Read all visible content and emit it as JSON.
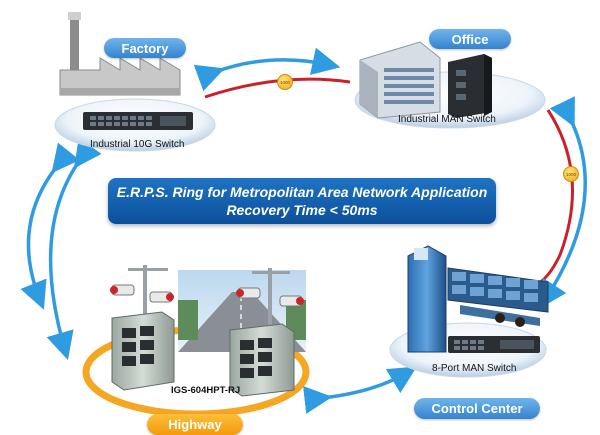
{
  "title": {
    "line1": "E.R.P.S. Ring for Metropolitan Area Network Application",
    "line2": "Recovery Time < 50ms"
  },
  "sites": {
    "factory": {
      "label": "Factory",
      "device_caption": "Industrial 10G Switch"
    },
    "office": {
      "label": "Office",
      "device_caption": "Industrial MAN Switch"
    },
    "control_center": {
      "label": "Control Center",
      "device_caption": "8-Port MAN Switch"
    },
    "highway": {
      "label": "Highway",
      "device_caption": "IGS-604HPT-RJ"
    }
  },
  "links": {
    "top_badge": "1000",
    "right_badge": "1000"
  },
  "colors": {
    "ring_red": "#cc1f2a",
    "arrow_blue": "#2f9be0",
    "pill_blue": "#3583cf",
    "pill_orange": "#f39a0c",
    "title_bg": "#0c4f9a",
    "highway_ring": "#f5a623"
  },
  "icons": [
    "factory-building-icon",
    "office-building-icon",
    "control-center-tower-icon",
    "cctv-camera-icon",
    "switch-device-icon",
    "highway-road-icon"
  ]
}
